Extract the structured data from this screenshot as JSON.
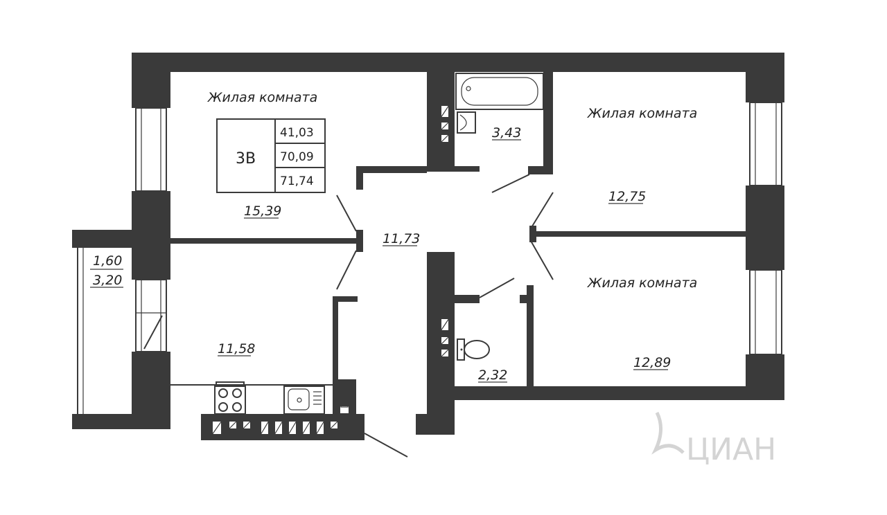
{
  "badge": {
    "code": "3В",
    "values": [
      "41,03",
      "70,09",
      "71,74"
    ]
  },
  "rooms": {
    "living_1": {
      "name": "Жилая комната",
      "area": "15,39"
    },
    "living_2": {
      "name": "Жилая комната",
      "area": "12,75"
    },
    "living_3": {
      "name": "Жилая комната",
      "area": "12,89"
    },
    "bathroom": {
      "area": "3,43"
    },
    "toilet": {
      "area": "2,32"
    },
    "hallway": {
      "area": "11,73"
    },
    "kitchen": {
      "area": "11,58"
    }
  },
  "balcony": {
    "area_1": "1,60",
    "area_2": "3,20"
  },
  "watermark": {
    "text": "ЦИАН"
  },
  "colors": {
    "wall": "#3a3a3a",
    "background": "#ffffff",
    "watermark": "#d4d4d4"
  }
}
